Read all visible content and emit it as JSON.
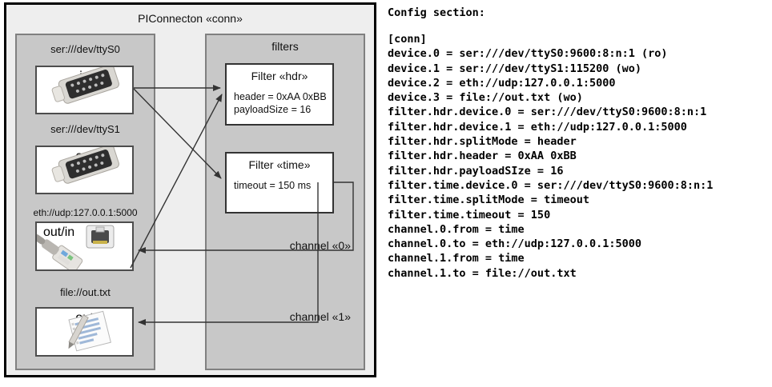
{
  "diagram": {
    "outer_title": "PIConnecton «conn»",
    "devices_panel": {
      "devices": [
        {
          "label": "ser:///dev/ttyS0",
          "io": "in",
          "icon": "serial-connector-icon"
        },
        {
          "label": "ser:///dev/ttyS1",
          "io": "out",
          "icon": "serial-connector-icon"
        },
        {
          "label": "eth://udp:127.0.0.1:5000",
          "io": "out/in",
          "icon": "ethernet-plug-icon"
        },
        {
          "label": "file://out.txt",
          "io": "out",
          "icon": "text-file-icon"
        }
      ]
    },
    "filters_panel": {
      "title": "filters",
      "filters": [
        {
          "title": "Filter «hdr»",
          "props": [
            "header = 0xAA 0xBB",
            "payloadSize = 16"
          ]
        },
        {
          "title": "Filter «time»",
          "props": [
            "timeout = 150 ms"
          ]
        }
      ],
      "channels": [
        {
          "label": "channel «0»"
        },
        {
          "label": "channel «1»"
        }
      ]
    },
    "colors": {
      "outer_bg": "#eeeeee",
      "panel_bg": "#c8c8c8",
      "box_bg": "#ffffff",
      "border": "#000000",
      "arrow": "#333333"
    }
  },
  "config": {
    "title": "Config section:",
    "lines": [
      "[conn]",
      "device.0 = ser:///dev/ttyS0:9600:8:n:1 (ro)",
      "device.1 = ser:///dev/ttyS1:115200 (wo)",
      "device.2 = eth://udp:127.0.0.1:5000",
      "device.3 = file://out.txt (wo)",
      "filter.hdr.device.0 = ser:///dev/ttyS0:9600:8:n:1",
      "filter.hdr.device.1 = eth://udp:127.0.0.1:5000",
      "filter.hdr.splitMode = header",
      "filter.hdr.header = 0xAA 0xBB",
      "filter.hdr.payloadSIze = 16",
      "filter.time.device.0 = ser:///dev/ttyS0:9600:8:n:1",
      "filter.time.splitMode = timeout",
      "filter.time.timeout = 150",
      "channel.0.from = time",
      "channel.0.to = eth://udp:127.0.0.1:5000",
      "channel.1.from = time",
      "channel.1.to = file://out.txt"
    ],
    "text": "[conn]\ndevice.0 = ser:///dev/ttyS0:9600:8:n:1 (ro)\ndevice.1 = ser:///dev/ttyS1:115200 (wo)\ndevice.2 = eth://udp:127.0.0.1:5000\ndevice.3 = file://out.txt (wo)\nfilter.hdr.device.0 = ser:///dev/ttyS0:9600:8:n:1\nfilter.hdr.device.1 = eth://udp:127.0.0.1:5000\nfilter.hdr.splitMode = header\nfilter.hdr.header = 0xAA 0xBB\nfilter.hdr.payloadSIze = 16\nfilter.time.device.0 = ser:///dev/ttyS0:9600:8:n:1\nfilter.time.splitMode = timeout\nfilter.time.timeout = 150\nchannel.0.from = time\nchannel.0.to = eth://udp:127.0.0.1:5000\nchannel.1.from = time\nchannel.1.to = file://out.txt"
  }
}
